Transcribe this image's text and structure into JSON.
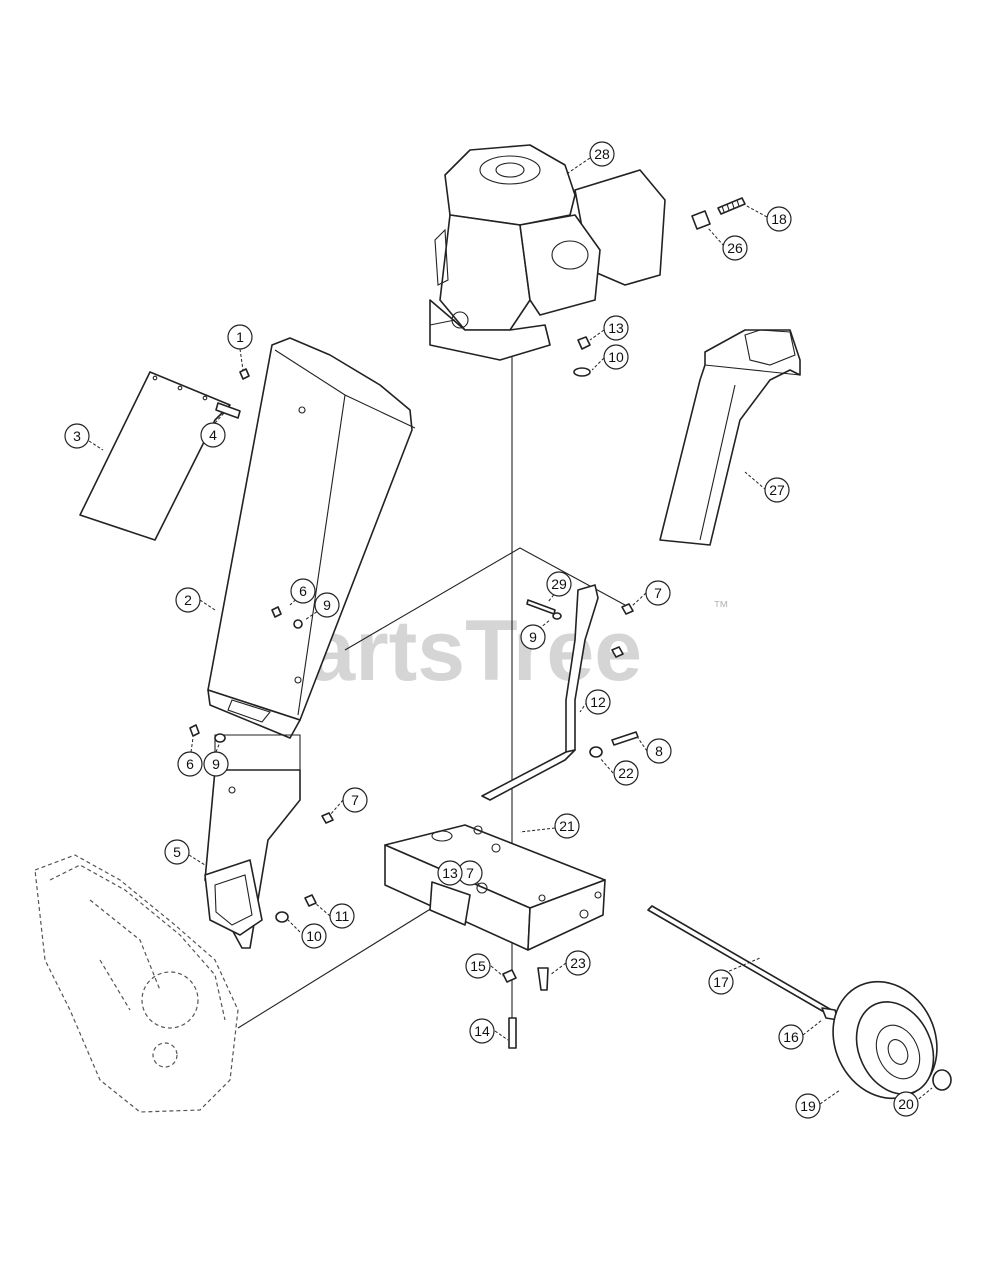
{
  "watermark": {
    "text": "PartsTree",
    "trademark": "™"
  },
  "callouts": [
    {
      "id": "c1",
      "label": "1"
    },
    {
      "id": "c2",
      "label": "2"
    },
    {
      "id": "c3",
      "label": "3"
    },
    {
      "id": "c4",
      "label": "4"
    },
    {
      "id": "c5",
      "label": "5"
    },
    {
      "id": "c6a",
      "label": "6"
    },
    {
      "id": "c6b",
      "label": "6"
    },
    {
      "id": "c7a",
      "label": "7"
    },
    {
      "id": "c7b",
      "label": "7"
    },
    {
      "id": "c7c",
      "label": "7"
    },
    {
      "id": "c8",
      "label": "8"
    },
    {
      "id": "c9a",
      "label": "9"
    },
    {
      "id": "c9b",
      "label": "9"
    },
    {
      "id": "c9c",
      "label": "9"
    },
    {
      "id": "c10a",
      "label": "10"
    },
    {
      "id": "c10b",
      "label": "10"
    },
    {
      "id": "c11",
      "label": "11"
    },
    {
      "id": "c12",
      "label": "12"
    },
    {
      "id": "c13a",
      "label": "13"
    },
    {
      "id": "c13b",
      "label": "13"
    },
    {
      "id": "c14",
      "label": "14"
    },
    {
      "id": "c15",
      "label": "15"
    },
    {
      "id": "c16",
      "label": "16"
    },
    {
      "id": "c17",
      "label": "17"
    },
    {
      "id": "c18",
      "label": "18"
    },
    {
      "id": "c19",
      "label": "19"
    },
    {
      "id": "c20",
      "label": "20"
    },
    {
      "id": "c21",
      "label": "21"
    },
    {
      "id": "c22",
      "label": "22"
    },
    {
      "id": "c23",
      "label": "23"
    },
    {
      "id": "c26",
      "label": "26"
    },
    {
      "id": "c27",
      "label": "27"
    },
    {
      "id": "c28",
      "label": "28"
    },
    {
      "id": "c29",
      "label": "29"
    }
  ]
}
